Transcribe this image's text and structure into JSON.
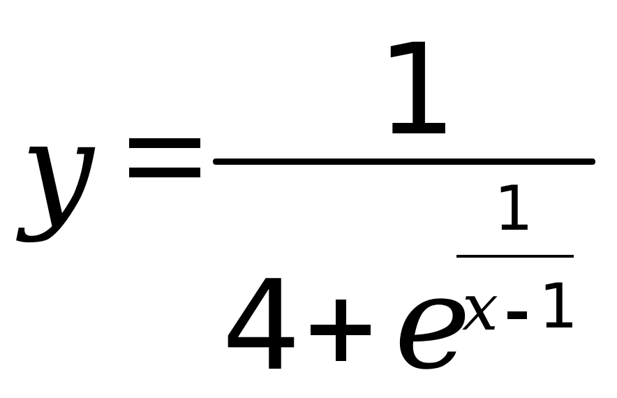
{
  "formula": {
    "lhs": "y",
    "equals": "=",
    "numerator": "1",
    "denominator": {
      "constant": "4",
      "plus": "+",
      "base": "e",
      "exponent": {
        "numerator": "1",
        "variable": "x",
        "minus": "-",
        "constant": "1"
      }
    }
  }
}
